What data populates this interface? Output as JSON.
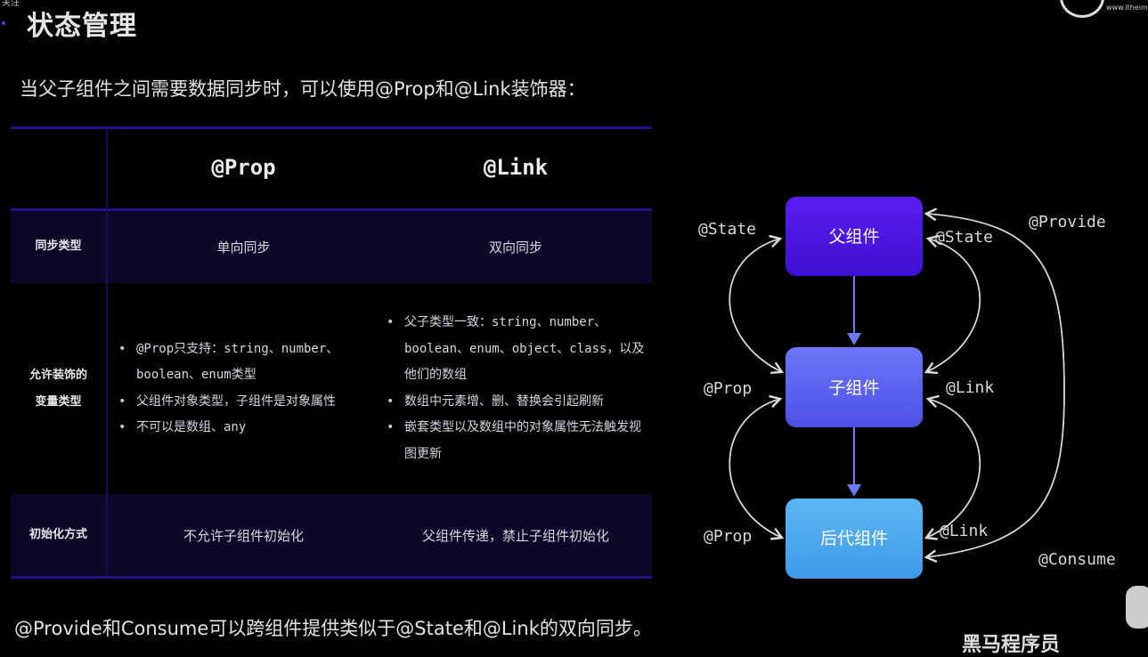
{
  "overlay": {
    "follow": "关注",
    "watermark": "黑马程序员",
    "logo_site": "www.itheima"
  },
  "slide": {
    "title": "状态管理",
    "intro": "当父子组件之间需要数据同步时，可以使用@Prop和@Link装饰器：",
    "footer": "@Provide和Consume可以跨组件提供类似于@State和@Link的双向同步。"
  },
  "table": {
    "headers": [
      "",
      "@Prop",
      "@Link"
    ],
    "rows": [
      {
        "label": "同步类型",
        "prop": "单向同步",
        "link": "双向同步"
      },
      {
        "label": "允许装饰的变量类型",
        "prop_items": [
          "@Prop只支持：string、number、boolean、enum类型",
          "父组件对象类型，子组件是对象属性",
          "不可以是数组、any"
        ],
        "link_items": [
          "父子类型一致：string、number、boolean、enum、object、class，以及他们的数组",
          "数组中元素增、删、替换会引起刷新",
          "嵌套类型以及数组中的对象属性无法触发视图更新"
        ]
      },
      {
        "label": "初始化方式",
        "prop": "不允许子组件初始化",
        "link": "父组件传递，禁止子组件初始化"
      }
    ]
  },
  "diagram": {
    "nodes": [
      {
        "label": "父组件",
        "color": "#4a14e6"
      },
      {
        "label": "子组件",
        "color": "#5b63f2"
      },
      {
        "label": "后代组件",
        "color": "#4ea9ef"
      }
    ],
    "labels": {
      "state_left": "@State",
      "state_right": "@State",
      "prop_1": "@Prop",
      "link_1": "@Link",
      "prop_2": "@Prop",
      "link_2": "@Link",
      "provide": "@Provide",
      "consume": "@Consume"
    }
  }
}
